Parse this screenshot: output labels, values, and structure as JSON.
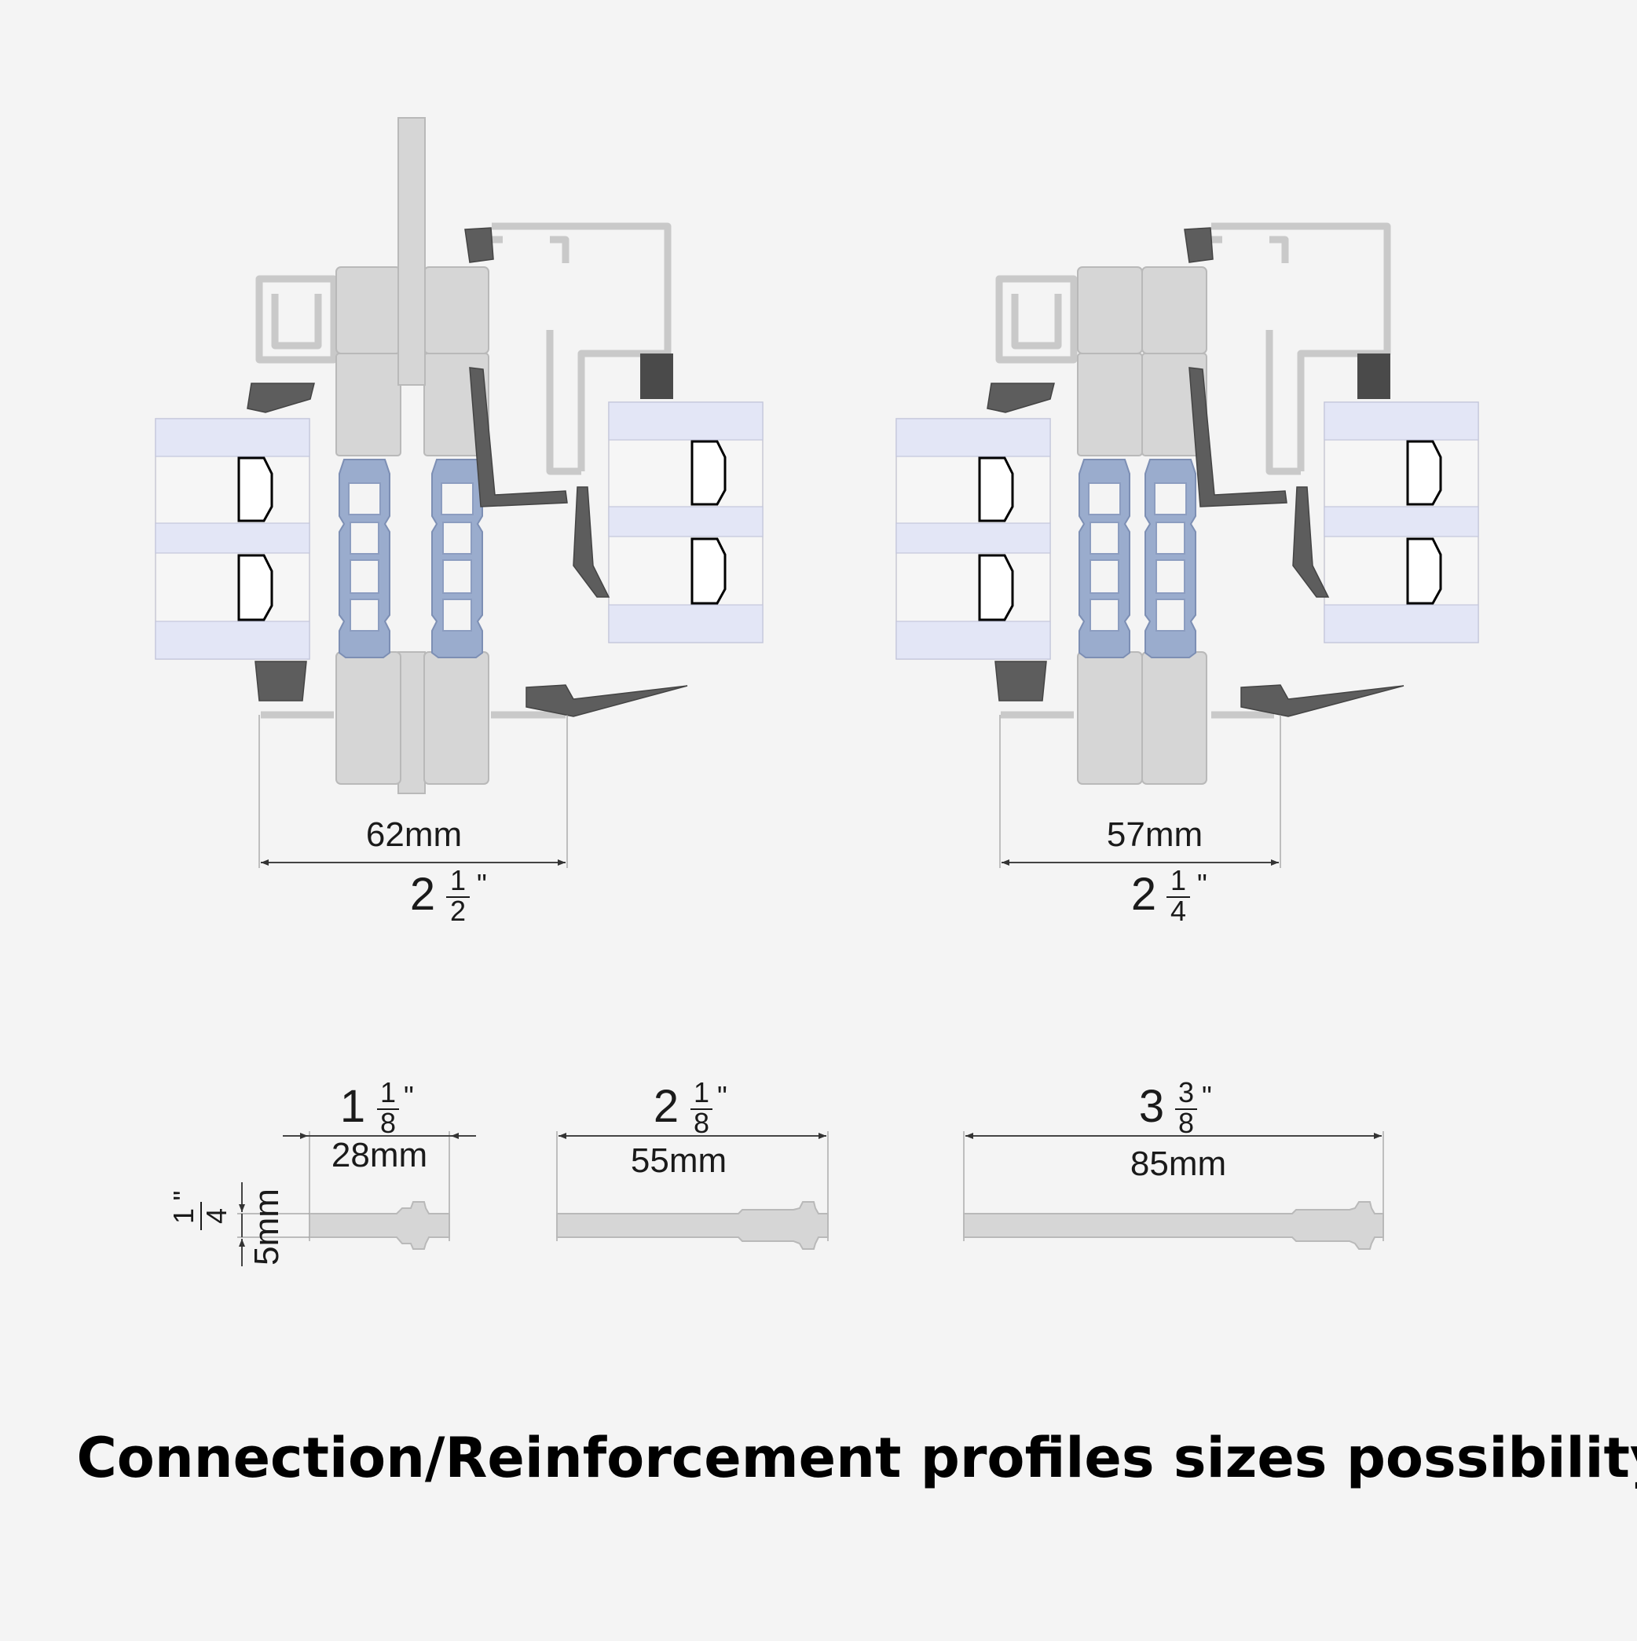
{
  "caption": "Connection/Reinforcement profiles sizes possibility",
  "sections": [
    {
      "mm": "62mm",
      "inch_whole": "2",
      "inch_num": "1",
      "inch_den": "2",
      "inch_mark": "\""
    },
    {
      "mm": "57mm",
      "inch_whole": "2",
      "inch_num": "1",
      "inch_den": "4",
      "inch_mark": "\""
    }
  ],
  "profiles": [
    {
      "mm": "28mm",
      "inch_whole": "1",
      "inch_num": "1",
      "inch_den": "8",
      "inch_mark": "\""
    },
    {
      "mm": "55mm",
      "inch_whole": "2",
      "inch_num": "1",
      "inch_den": "8",
      "inch_mark": "\""
    },
    {
      "mm": "85mm",
      "inch_whole": "3",
      "inch_num": "3",
      "inch_den": "8",
      "inch_mark": "\""
    }
  ],
  "thickness": {
    "mm": "5mm",
    "inch_num": "1",
    "inch_den": "4",
    "inch_mark": "\""
  }
}
